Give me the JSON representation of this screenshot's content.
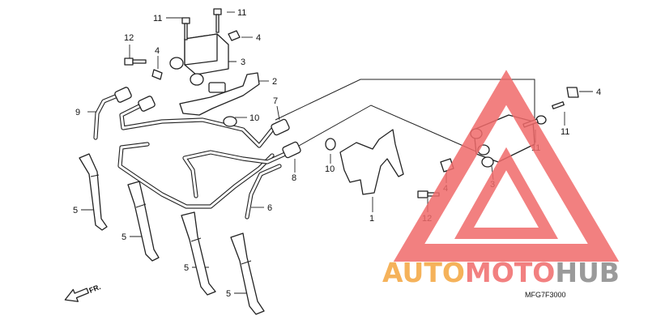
{
  "diagram": {
    "callouts": {
      "c11a": "11",
      "c11b": "11",
      "c4a": "4",
      "c12a": "12",
      "c4b": "4",
      "c3a": "3",
      "c2": "2",
      "c9": "9",
      "c10a": "10",
      "c7": "7",
      "c4c": "4",
      "c11c": "11",
      "c11d": "11",
      "c10b": "10",
      "c8": "8",
      "c4d": "4",
      "c3b": "3",
      "c1": "1",
      "c12b": "12",
      "c6": "6",
      "c5a": "5",
      "c5b": "5",
      "c5c": "5",
      "c5d": "5"
    },
    "direction_label": "FR.",
    "diagram_code": "MFG7F3000"
  },
  "watermark": {
    "text_auto": "AUTO",
    "text_moto": "MOTO",
    "text_hub": "HUB",
    "colors": {
      "auto": "#f5b25a",
      "moto": "#f28080",
      "hub": "#9a9a9a",
      "triangle": "#f06a6a"
    }
  }
}
